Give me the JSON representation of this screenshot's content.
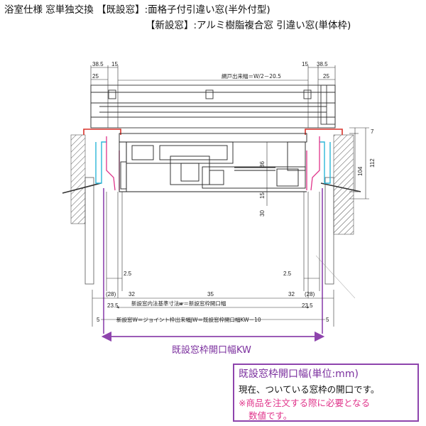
{
  "header": {
    "line1": "浴室仕様 窓単独交換 【既設窓】:面格子付引違い窓(半外付型)",
    "line2": "【新設窓】:アルミ樹脂複合窓 引違い窓(単体枠)"
  },
  "dimensions": {
    "top_left_385": "38.5",
    "top_left_15": "15",
    "top_left_25": "25",
    "top_right_15": "15",
    "top_right_385": "38.5",
    "top_right_25": "25",
    "screen_width": "網戸出来幅＝W/2－20.5",
    "right_7": "7",
    "right_104": "104",
    "right_112": "112",
    "mid_86": "86",
    "mid_30": "30",
    "mid_15": "15",
    "left_25": "2.5",
    "right_25": "2.5",
    "bottom_28_left": "(28)",
    "bottom_32_left": "32",
    "bottom_35": "35",
    "bottom_32_right": "32",
    "bottom_28_right": "(28)",
    "bottom_235_left": "23.5",
    "bottom_235_right": "23.5",
    "inner_standard": "新設窓内法基準寸法𝒘＝新設窓枠開口幅",
    "five_left": "5",
    "five_right": "5",
    "new_window_w": "新設窓W＝ジョイント枠出来幅JW＝既設窓枠開口幅KW－10",
    "kw_label": "既設窓枠開口幅KW"
  },
  "legend": {
    "title": "既設窓枠開口幅(単位:mm)",
    "body": "現在、ついている窓枠の開口です。",
    "note1": "※商品を注文する際に必要となる",
    "note2": "数値です。"
  },
  "colors": {
    "purple": "#8e44ad",
    "pink": "#e0338a",
    "cyan": "#2bb6d9",
    "red": "#d9322a"
  }
}
